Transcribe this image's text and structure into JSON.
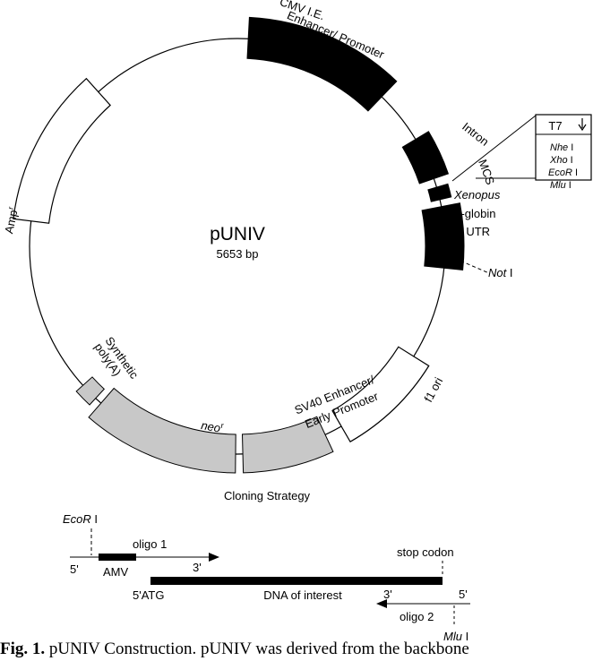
{
  "plasmid": {
    "name": "pUNIV",
    "size": "5653 bp",
    "features": {
      "cmv": [
        "CMV I.E.",
        "Enhancer/ Promoter"
      ],
      "intron": "Intron",
      "mcs": "MCS",
      "utr": [
        "Xenopus",
        "β-globin",
        "3' UTR"
      ],
      "not1": [
        "Not",
        " I"
      ],
      "f1": "f1 ori",
      "sv40": [
        "SV40 Enhancer/",
        "Early Promoter"
      ],
      "neo": [
        "neo",
        "r"
      ],
      "polya": [
        "Synthetic",
        "poly(A)"
      ],
      "amp": [
        "Amp",
        "r"
      ]
    },
    "mcs_box": {
      "header": "T7",
      "sites": [
        {
          "italic": "Nhe",
          "roman": " I"
        },
        {
          "italic": "Xho",
          "roman": " I"
        },
        {
          "italic": "EcoR",
          "roman": " I"
        },
        {
          "italic": "Mlu",
          "roman": " I"
        }
      ]
    }
  },
  "cloning": {
    "title": "Cloning Strategy",
    "ecor1": {
      "italic": "EcoR",
      "roman": " I"
    },
    "oligo1": "oligo 1",
    "five_prime_left": "5'",
    "amv": "AMV",
    "three_prime_oligo1": "3'",
    "stop_codon": "stop codon",
    "atg": "5'ATG",
    "dna_of_interest": "DNA of interest",
    "three_prime_oligo2": "3'",
    "five_prime_right": "5'",
    "oligo2": "oligo 2",
    "mlu1": {
      "italic": "Mlu",
      "roman": " I"
    }
  },
  "caption": {
    "bold": "Fig. 1.",
    "text": " pUNIV Construction. pUNIV was derived from the backbone"
  }
}
